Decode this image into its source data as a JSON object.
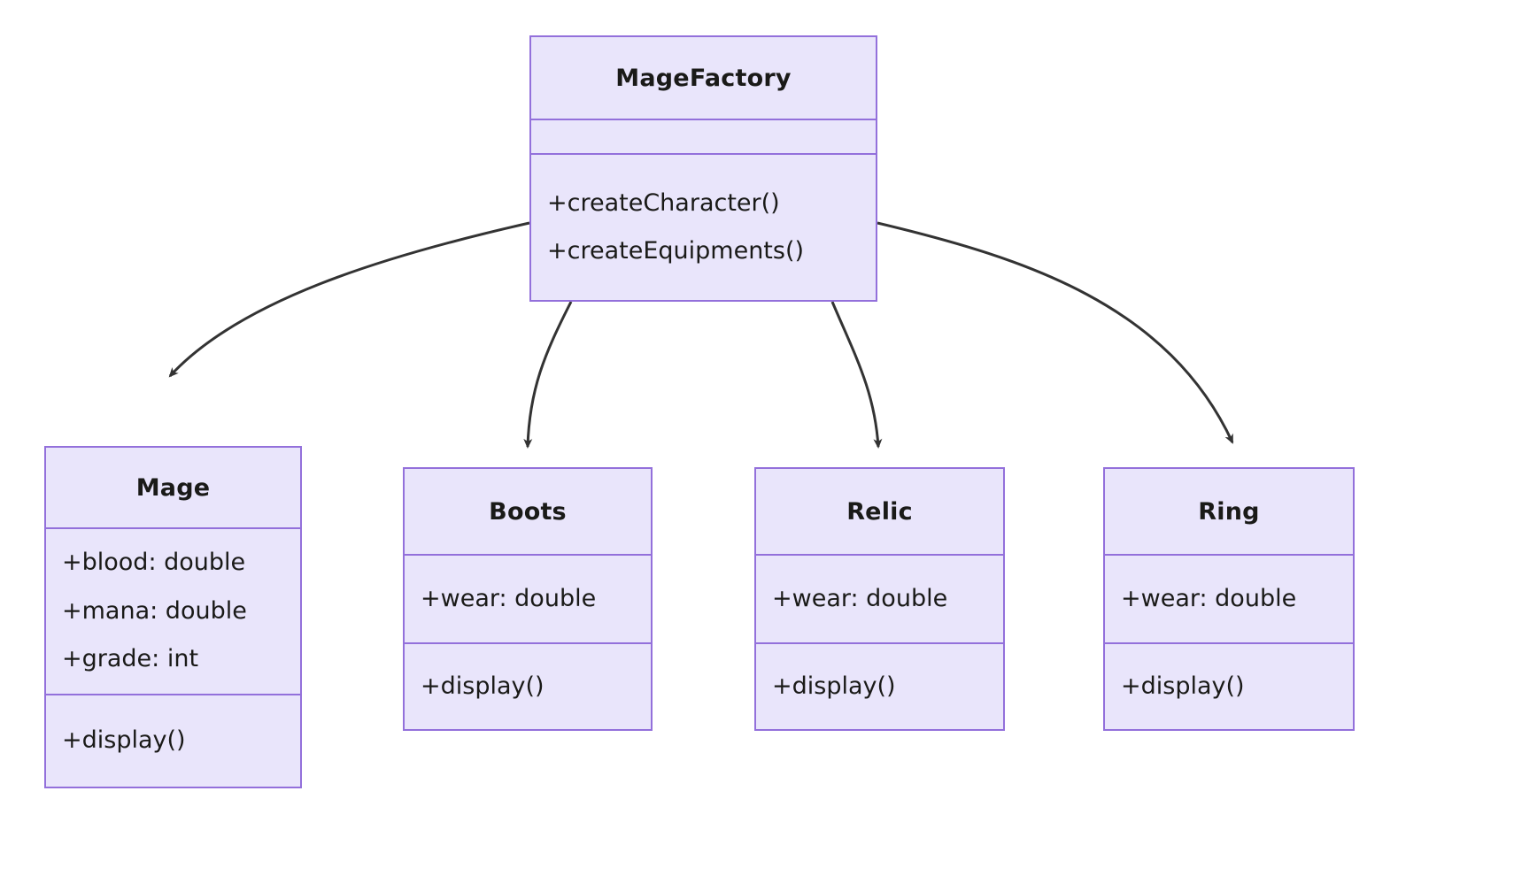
{
  "diagram": {
    "type": "uml-class-diagram",
    "colors": {
      "node_fill": "#e9e5fb",
      "node_border": "#9370db",
      "edge_stroke": "#333333",
      "text": "#1a1a18",
      "background": "#ffffff"
    }
  },
  "classes": {
    "magefactory": {
      "name": "MageFactory",
      "attributes": [],
      "operations": [
        "+createCharacter()",
        "+createEquipments()"
      ]
    },
    "mage": {
      "name": "Mage",
      "attributes": [
        "+blood: double",
        "+mana: double",
        "+grade: int"
      ],
      "operations": [
        "+display()"
      ]
    },
    "boots": {
      "name": "Boots",
      "attributes": [
        "+wear: double"
      ],
      "operations": [
        "+display()"
      ]
    },
    "relic": {
      "name": "Relic",
      "attributes": [
        "+wear: double"
      ],
      "operations": [
        "+display()"
      ]
    },
    "ring": {
      "name": "Ring",
      "attributes": [
        "+wear: double"
      ],
      "operations": [
        "+display()"
      ]
    }
  },
  "edges": [
    {
      "id": "edge-magefactory-mage",
      "from": "MageFactory",
      "to": "Mage",
      "arrow": "open-arrow"
    },
    {
      "id": "edge-magefactory-boots",
      "from": "MageFactory",
      "to": "Boots",
      "arrow": "open-arrow"
    },
    {
      "id": "edge-magefactory-relic",
      "from": "MageFactory",
      "to": "Relic",
      "arrow": "open-arrow"
    },
    {
      "id": "edge-magefactory-ring",
      "from": "MageFactory",
      "to": "Ring",
      "arrow": "open-arrow"
    }
  ]
}
